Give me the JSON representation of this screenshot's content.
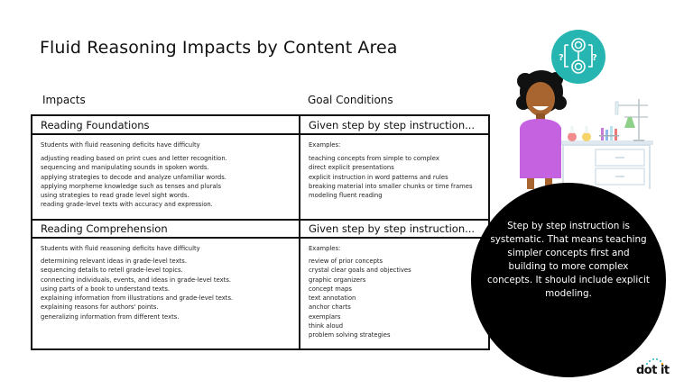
{
  "page": {
    "title": "Fluid Reasoning Impacts by Content Area"
  },
  "columns": {
    "impacts": "Impacts",
    "goal_conditions": "Goal Conditions"
  },
  "sections": [
    {
      "heading": "Reading Foundations",
      "impacts_lead": "Students with fluid reasoning deficits have difficulty",
      "impacts": [
        "adjusting reading based on print cues and letter recognition.",
        "sequencing and manipulating sounds in spoken words.",
        "applying strategies to decode and analyze unfamiliar words.",
        "applying morpheme knowledge such as tenses and plurals",
        "using strategies to read grade level sight words.",
        "reading grade-level texts with accuracy and expression."
      ],
      "goal_heading": "Given step by step instruction...",
      "goal_lead": "Examples:",
      "goals": [
        "teaching concepts from simple to complex",
        "direct explicit presentations",
        "explicit instruction in word patterns and rules",
        "breaking material into smaller chunks or time frames",
        "modeling fluent reading"
      ]
    },
    {
      "heading": "Reading Comprehension",
      "impacts_lead": "Students with fluid reasoning deficits have difficulty",
      "impacts": [
        "determining relevant ideas in grade-level texts.",
        "sequencing details to retell grade-level topics.",
        "connecting individuals, events, and ideas in grade-level texts.",
        "using parts of a book to understand texts.",
        "explaining information from illustrations and grade-level texts.",
        "explaining reasons for authors' points.",
        "generalizing information from different texts."
      ],
      "goal_heading": "Given step by step instruction...",
      "goal_lead": "Examples:",
      "goals": [
        "review of prior concepts",
        "crystal clear goals and objectives",
        "graphic organizers",
        "concept maps",
        "text annotation",
        "anchor charts",
        "exemplars",
        "think aloud",
        "problem solving strategies"
      ]
    }
  ],
  "callout": {
    "text": "Step by step instruction is systematic. That means teaching simpler concepts first and building to more complex concepts. It should include explicit modeling."
  },
  "illustration": {
    "icon": "reasoning-diagram-icon",
    "badge_symbol": "?",
    "accent_color": "#26b5b0"
  },
  "logo": {
    "text": "dot it",
    "dot_color": "#26b5c8",
    "accent_color": "#f5a623"
  }
}
